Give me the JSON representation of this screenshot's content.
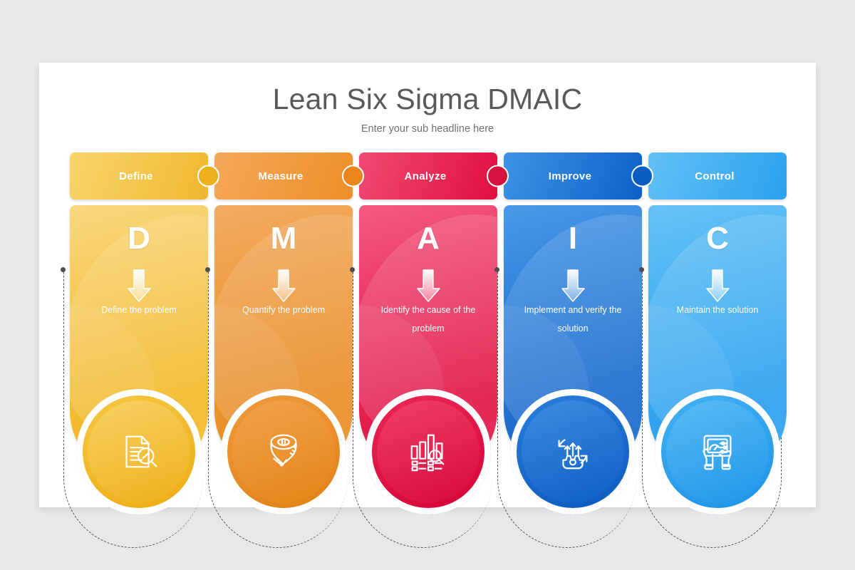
{
  "header": {
    "title": "Lean Six Sigma DMAIC",
    "subtitle": "Enter your sub headline here"
  },
  "colors": {
    "background": "#e8e8ea",
    "canvas": "#ffffff",
    "title_text": "#58595b",
    "subtitle_text": "#6f7072",
    "dashed_outline": "#53535a"
  },
  "steps": [
    {
      "tab_label": "Define",
      "letter": "D",
      "description": "Define the problem",
      "icon": "document-magnifier-icon",
      "tab_from": "#f7d56a",
      "tab_to": "#f0b72f",
      "knob": "#edb01f",
      "body_from": "#f8d880",
      "body_to": "#f2b51d",
      "badge_from": "#f5c843",
      "badge_to": "#eeab12",
      "inner_from": "#f7d063",
      "inner_to": "#efb11c"
    },
    {
      "tab_label": "Measure",
      "letter": "M",
      "description": "Quantify the problem",
      "icon": "measuring-tape-icon",
      "tab_from": "#f5a85a",
      "tab_to": "#ed8f26",
      "knob": "#e8851b",
      "body_from": "#f4ad63",
      "body_to": "#e7881a",
      "badge_from": "#f09b3e",
      "badge_to": "#e07f12",
      "inner_from": "#f2a24c",
      "inner_to": "#e38416"
    },
    {
      "tab_label": "Analyze",
      "letter": "A",
      "description": "Identify the cause of the problem",
      "icon": "bar-chart-magnifier-icon",
      "tab_from": "#f04a72",
      "tab_to": "#e00f3f",
      "knob": "#d8123f",
      "body_from": "#f45c82",
      "body_to": "#e00c3e",
      "badge_from": "#ec2a58",
      "badge_to": "#d30035",
      "inner_from": "#f03f69",
      "inner_to": "#d8093c"
    },
    {
      "tab_label": "Improve",
      "letter": "I",
      "description": "Implement and verify the solution",
      "icon": "gear-growth-arrows-icon",
      "tab_from": "#3d93e4",
      "tab_to": "#0c61c9",
      "knob": "#0b5cc0",
      "body_from": "#4a9ae8",
      "body_to": "#0e63cb",
      "badge_from": "#2a80de",
      "badge_to": "#0a58bb",
      "inner_from": "#3b8de2",
      "inner_to": "#0d5ec4"
    },
    {
      "tab_label": "Control",
      "letter": "C",
      "description": "Maintain the solution",
      "icon": "control-dashboard-icon",
      "tab_from": "#62c0f5",
      "tab_to": "#2aa2ef",
      "knob": "#2397e8",
      "body_from": "#67c3f6",
      "body_to": "#219cee",
      "badge_from": "#45b2f2",
      "badge_to": "#1b92e8",
      "inner_from": "#59bcf4",
      "inner_to": "#1f97eb"
    }
  ]
}
